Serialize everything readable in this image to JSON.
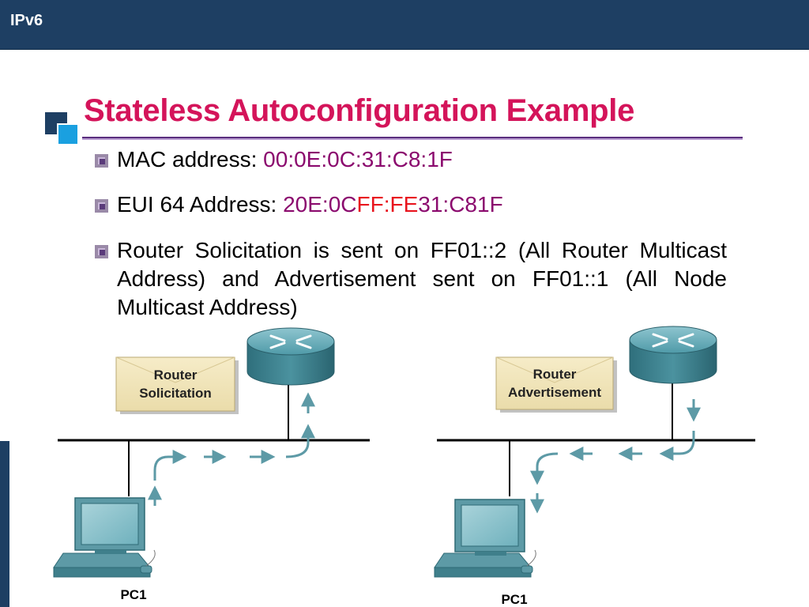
{
  "header": {
    "title": "IPv6"
  },
  "slide": {
    "title": "Stateless Autoconfiguration Example",
    "bullets": [
      {
        "label": "MAC address: ",
        "value": "00:0E:0C:31:C8:1F"
      },
      {
        "label": "EUI 64 Address: ",
        "value_a": "20E:0C",
        "value_b": "FF:FE",
        "value_c": "31:C81F"
      },
      {
        "text": "Router Solicitation is sent on FF01::2 (All Router Multicast Address) and Advertisement sent on FF01::1 (All Node Multicast Address)"
      }
    ]
  },
  "diagrams": {
    "left": {
      "message_line1": "Router",
      "message_line2": "Solicitation",
      "pc_label": "PC1"
    },
    "right": {
      "message_line1": "Router",
      "message_line2": "Advertisement",
      "pc_label": "PC1"
    }
  },
  "colors": {
    "accent": "#d4145a",
    "bar": "#1e3f63",
    "value": "#8b0a6e",
    "highlight": "#e8141e"
  }
}
